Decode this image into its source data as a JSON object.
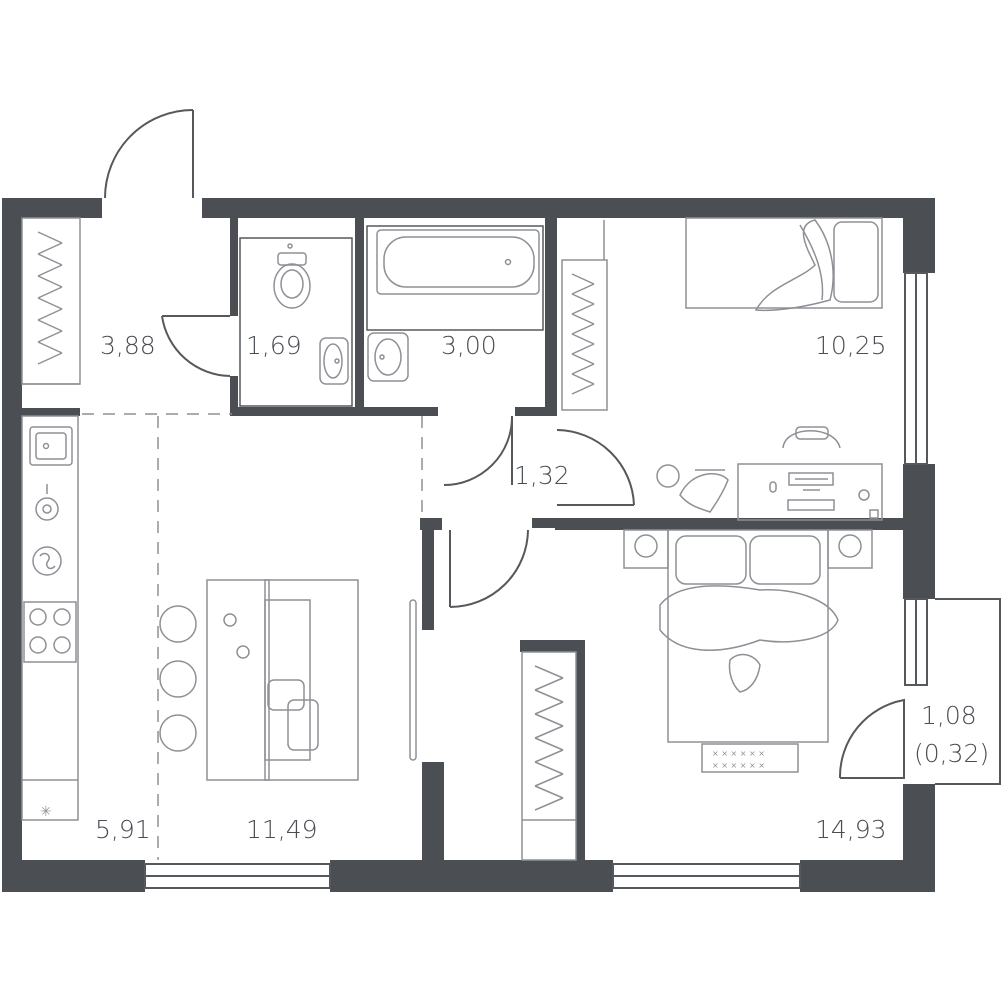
{
  "colors": {
    "wall": "#4b4e53",
    "text": "#4a4d52",
    "furniture": "#8d9095",
    "background": "#ffffff"
  },
  "rooms": {
    "hall": {
      "area": "3,88"
    },
    "toilet": {
      "area": "1,69"
    },
    "bathroom": {
      "area": "3,00"
    },
    "bedroom_small": {
      "area": "10,25"
    },
    "corridor": {
      "area": "1,32"
    },
    "kitchen": {
      "area": "5,91"
    },
    "living": {
      "area": "11,49"
    },
    "bedroom_large": {
      "area": "14,93"
    },
    "balcony": {
      "area": "1,08",
      "sub_area": "(0,32)"
    }
  },
  "icons": [
    "door-swing-icon",
    "toilet-icon",
    "sink-icon",
    "bathtub-icon",
    "bed-icon",
    "desk-icon",
    "sofa-icon",
    "stove-icon",
    "washing-machine-icon",
    "wardrobe-icon"
  ]
}
